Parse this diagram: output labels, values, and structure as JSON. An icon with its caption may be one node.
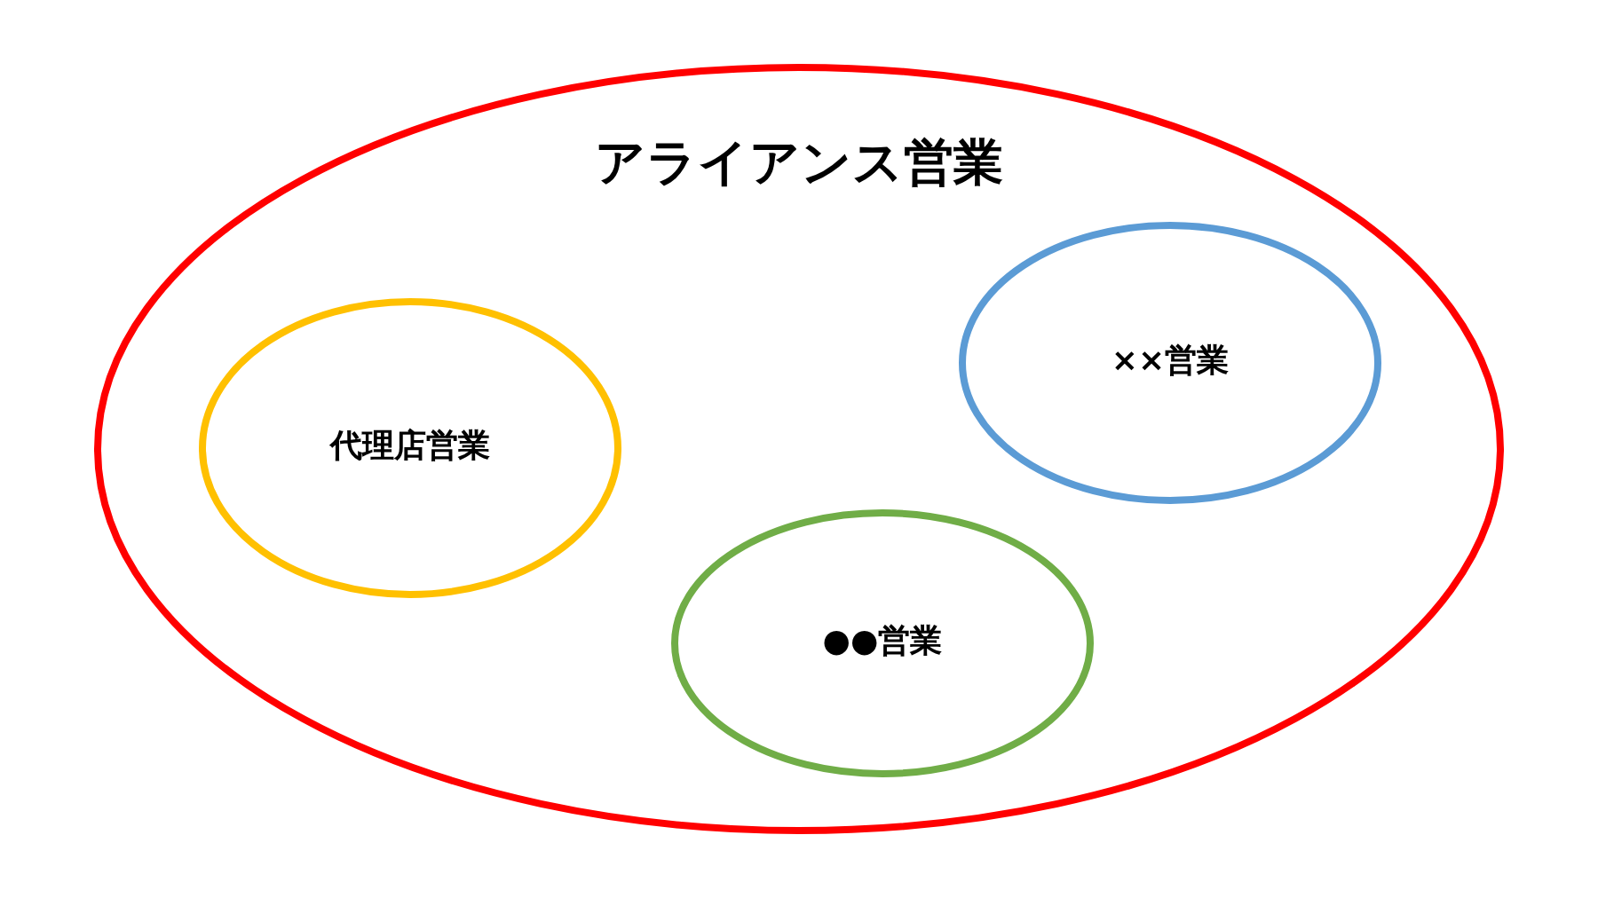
{
  "diagram": {
    "nodes": [
      {
        "text": [
          "アライアンス営業"
        ]
      },
      {
        "text": [
          "××営業"
        ],
        "in": 0
      },
      {
        "text": [
          "代理店営業"
        ],
        "in": 0
      },
      {
        "text": [
          "●●営業"
        ],
        "in": 0
      }
    ]
  }
}
